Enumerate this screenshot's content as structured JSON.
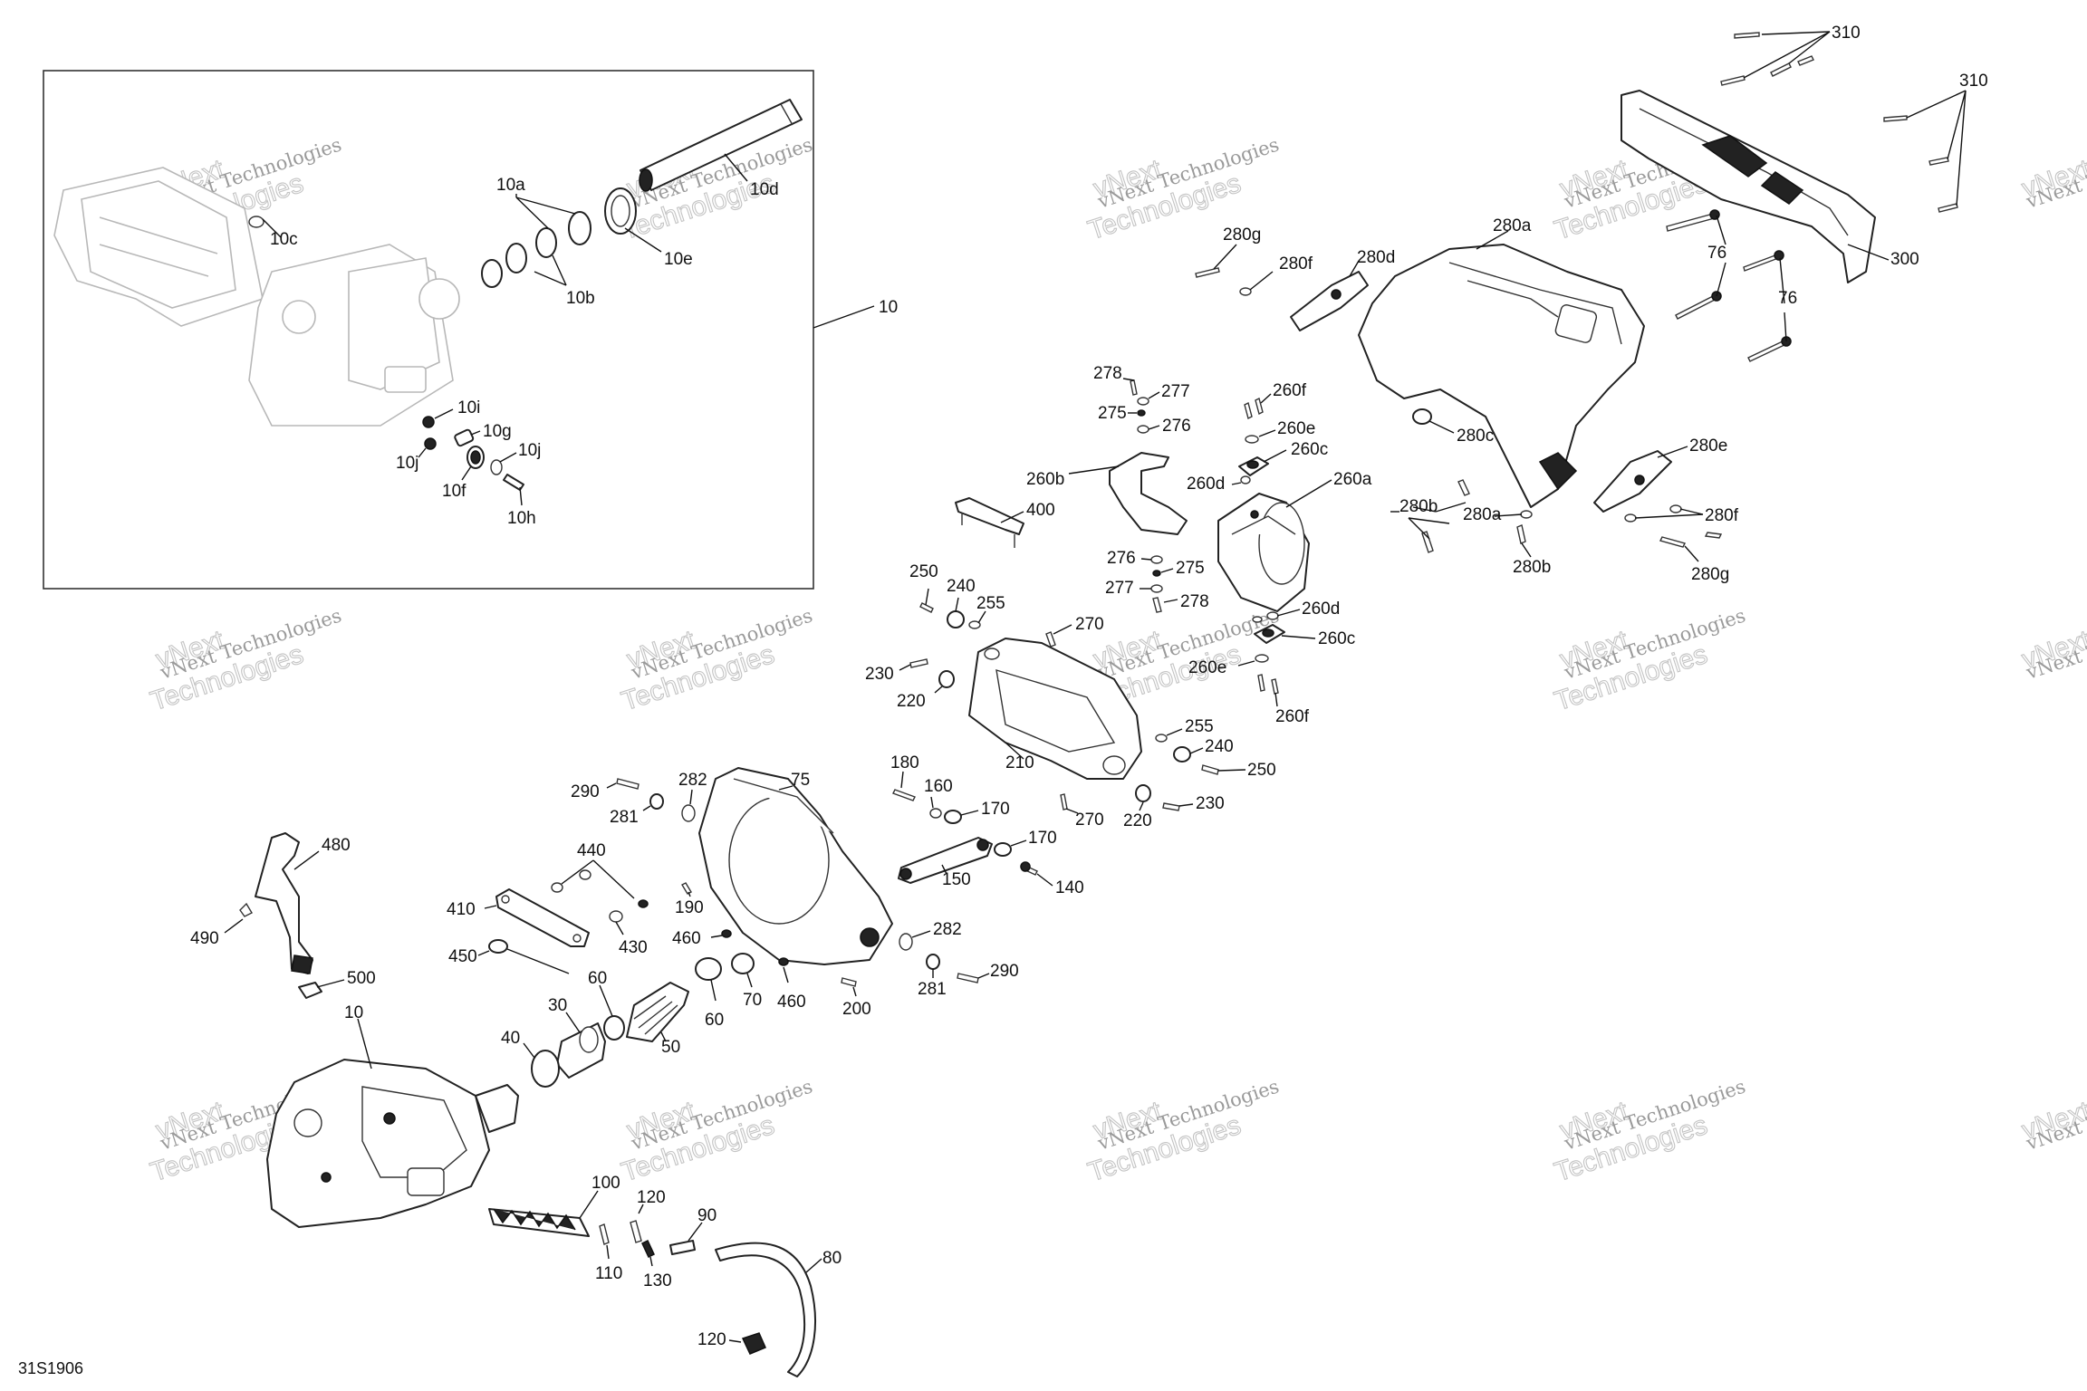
{
  "drawing_code": "31S1906",
  "watermark": {
    "line1": "vNext Technologies",
    "line2": "Technologies",
    "line3": "vNext"
  },
  "labels": {
    "l10_top": "10",
    "l10a": "10a",
    "l10b": "10b",
    "l10c": "10c",
    "l10d": "10d",
    "l10e": "10e",
    "l10f": "10f",
    "l10g": "10g",
    "l10h": "10h",
    "l10i": "10i",
    "l10j_left": "10j",
    "l10j_right": "10j",
    "l10_bottom": "10",
    "l30": "30",
    "l40": "40",
    "l50": "50",
    "l60_a": "60",
    "l60_b": "60",
    "l70": "70",
    "l75": "75",
    "l76_a": "76",
    "l76_b": "76",
    "l80": "80",
    "l90": "90",
    "l100": "100",
    "l110": "110",
    "l120_a": "120",
    "l120_b": "120",
    "l130": "130",
    "l140": "140",
    "l150": "150",
    "l160": "160",
    "l170_a": "170",
    "l170_b": "170",
    "l180": "180",
    "l190": "190",
    "l200": "200",
    "l210": "210",
    "l220_a": "220",
    "l220_b": "220",
    "l230_a": "230",
    "l230_b": "230",
    "l240_a": "240",
    "l240_b": "240",
    "l250_a": "250",
    "l250_b": "250",
    "l255_a": "255",
    "l255_b": "255",
    "l260a": "260a",
    "l260b": "260b",
    "l260c_a": "260c",
    "l260c_b": "260c",
    "l260d_a": "260d",
    "l260d_b": "260d",
    "l260e_a": "260e",
    "l260e_b": "260e",
    "l260f_a": "260f",
    "l260f_b": "260f",
    "l270_a": "270",
    "l270_b": "270",
    "l275_a": "275",
    "l275_b": "275",
    "l276_a": "276",
    "l276_b": "276",
    "l277_a": "277",
    "l277_b": "277",
    "l278_a": "278",
    "l278_b": "278",
    "l280a_a": "280a",
    "l280a_b": "280a",
    "l280b_a": "280b",
    "l280b_b": "280b",
    "l280c": "280c",
    "l280d": "280d",
    "l280e": "280e",
    "l280f_a": "280f",
    "l280f_b": "280f",
    "l280g_a": "280g",
    "l280g_b": "280g",
    "l281_a": "281",
    "l281_b": "281",
    "l282_a": "282",
    "l282_b": "282",
    "l290_a": "290",
    "l290_b": "290",
    "l300": "300",
    "l310_a": "310",
    "l310_b": "310",
    "l400": "400",
    "l410": "410",
    "l430": "430",
    "l440": "440",
    "l450": "450",
    "l460_a": "460",
    "l460_b": "460",
    "l480": "480",
    "l490": "490",
    "l500": "500"
  }
}
